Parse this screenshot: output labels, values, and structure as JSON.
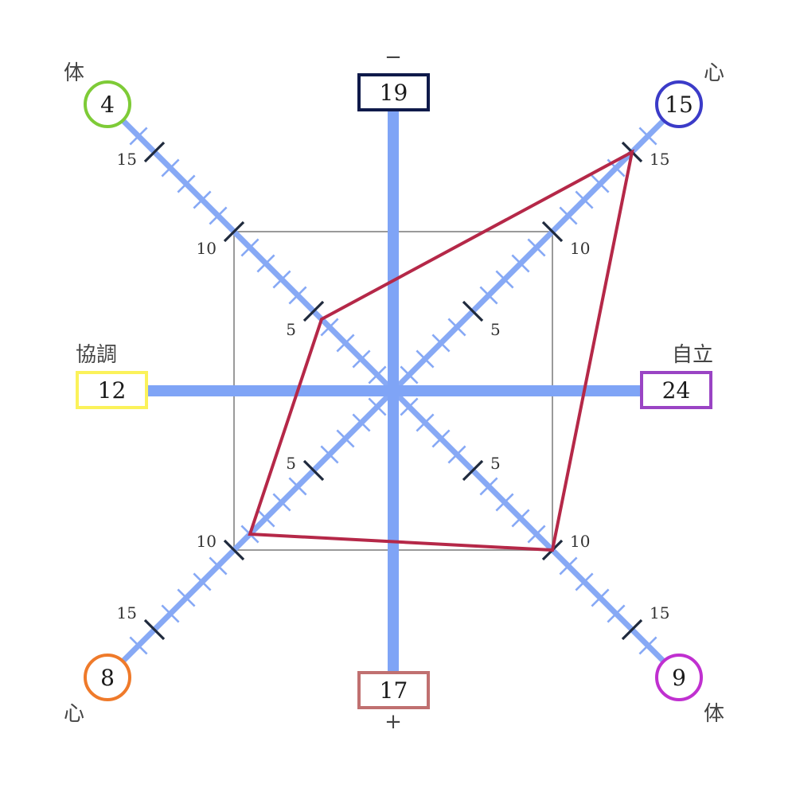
{
  "diagram": {
    "captions": {
      "top": "−",
      "bottom": "+",
      "left": "協調",
      "right": "自立",
      "top_left": "体",
      "top_right": "心",
      "bottom_left": "心",
      "bottom_right": "体"
    },
    "totals": {
      "top": "19",
      "bottom": "17",
      "left": "12",
      "right": "24",
      "top_left": "4",
      "top_right": "15",
      "bottom_left": "8",
      "bottom_right": "9"
    },
    "box_colors": {
      "top": "#0f1a4a",
      "bottom": "#c07070",
      "left": "#fbf25a",
      "right": "#9a44c4",
      "top_left": "#7ecb37",
      "top_right": "#3b3bc8",
      "bottom_left": "#ef7a2a",
      "bottom_right": "#c030d0"
    },
    "axis_color": "#7fa4f6",
    "polygon_color": "#b52848",
    "tick_labels": [
      "5",
      "10",
      "15"
    ],
    "reference_square_value": 10
  },
  "chart_data": {
    "type": "radar",
    "scale_max": 15,
    "major_ticks": [
      5,
      10,
      15
    ],
    "axes": [
      {
        "direction": "top-right",
        "caption": "心",
        "total": 15,
        "score": 15
      },
      {
        "direction": "bottom-right",
        "caption": "体",
        "total": 9,
        "score": 10
      },
      {
        "direction": "bottom-left",
        "caption": "心",
        "total": 8,
        "score": 9
      },
      {
        "direction": "top-left",
        "caption": "体",
        "total": 4,
        "score": 4.5
      }
    ]
  }
}
